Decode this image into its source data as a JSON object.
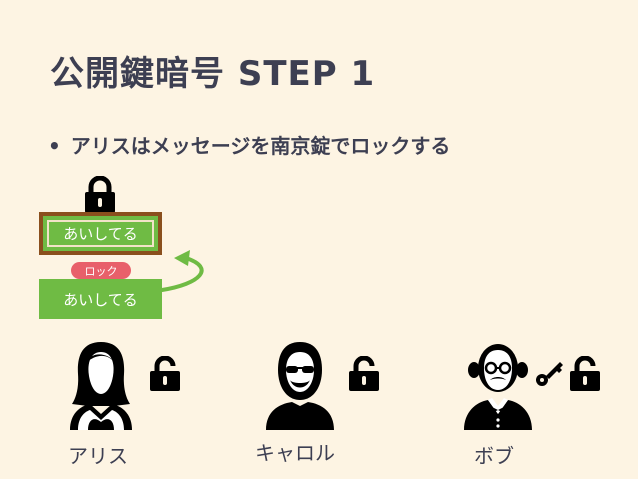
{
  "slide": {
    "title": "公開鍵暗号 STEP 1",
    "bullet": "アリスはメッセージを南京錠でロックする"
  },
  "message": {
    "locked_text": "あいしてる",
    "plain_text": "あいしてる",
    "action_label": "ロック"
  },
  "people": [
    {
      "name": "アリス"
    },
    {
      "name": "キャロル"
    },
    {
      "name": "ボブ"
    }
  ],
  "icons": {
    "closed_lock": "lock-closed-icon",
    "open_lock": "lock-open-icon",
    "key": "key-icon",
    "arrow": "curved-arrow-icon"
  },
  "colors": {
    "background": "#fdf4e3",
    "message_green": "#6fbb44",
    "frame_brown": "#8a4f1d",
    "label_red": "#e8606a",
    "arrow_green": "#6fbb44",
    "text": "#3d3f52"
  }
}
